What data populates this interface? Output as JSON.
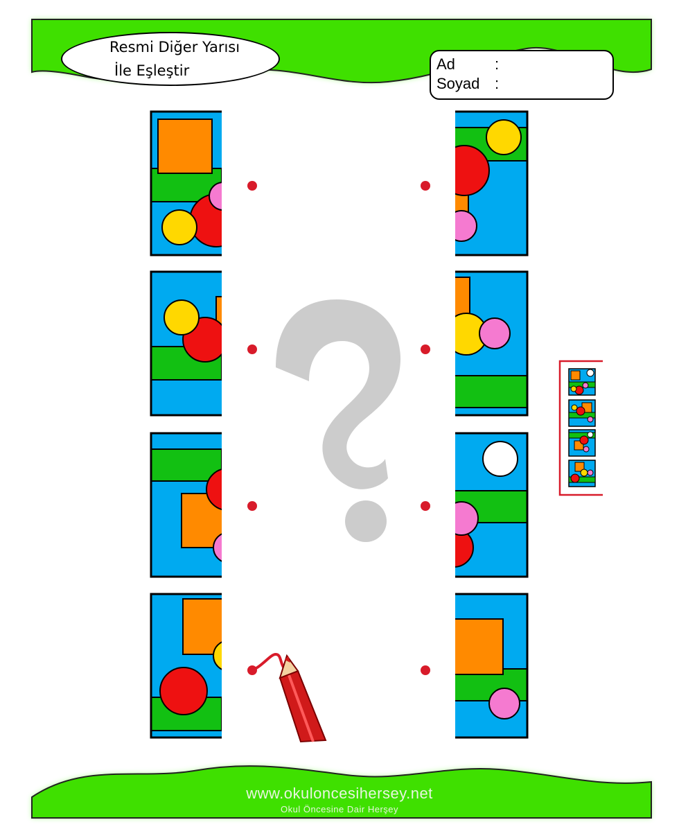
{
  "title": {
    "line1": "Resmi Diğer Yarısı",
    "line2": "İle Eşleştir"
  },
  "name_box": {
    "first_label": "Ad",
    "last_label": "Soyad",
    "colon": ":"
  },
  "footer": {
    "url": "www.okuloncesihersey.net",
    "tagline": "Okul Öncesine Dair Herşey"
  },
  "colors": {
    "banner_green": "#3fe000",
    "panel_blue": "#00aaf0",
    "strip_green": "#12c012",
    "square_orange": "#ff8a00",
    "circle_red": "#ee1111",
    "circle_yellow": "#ffd800",
    "circle_pink": "#f57ad0",
    "dot_red": "#d81b2a",
    "question_gray": "#cccccc"
  },
  "icons": {
    "question_mark": "question-mark-icon",
    "pencil": "red-pencil-icon"
  },
  "answer_key_count": 4
}
